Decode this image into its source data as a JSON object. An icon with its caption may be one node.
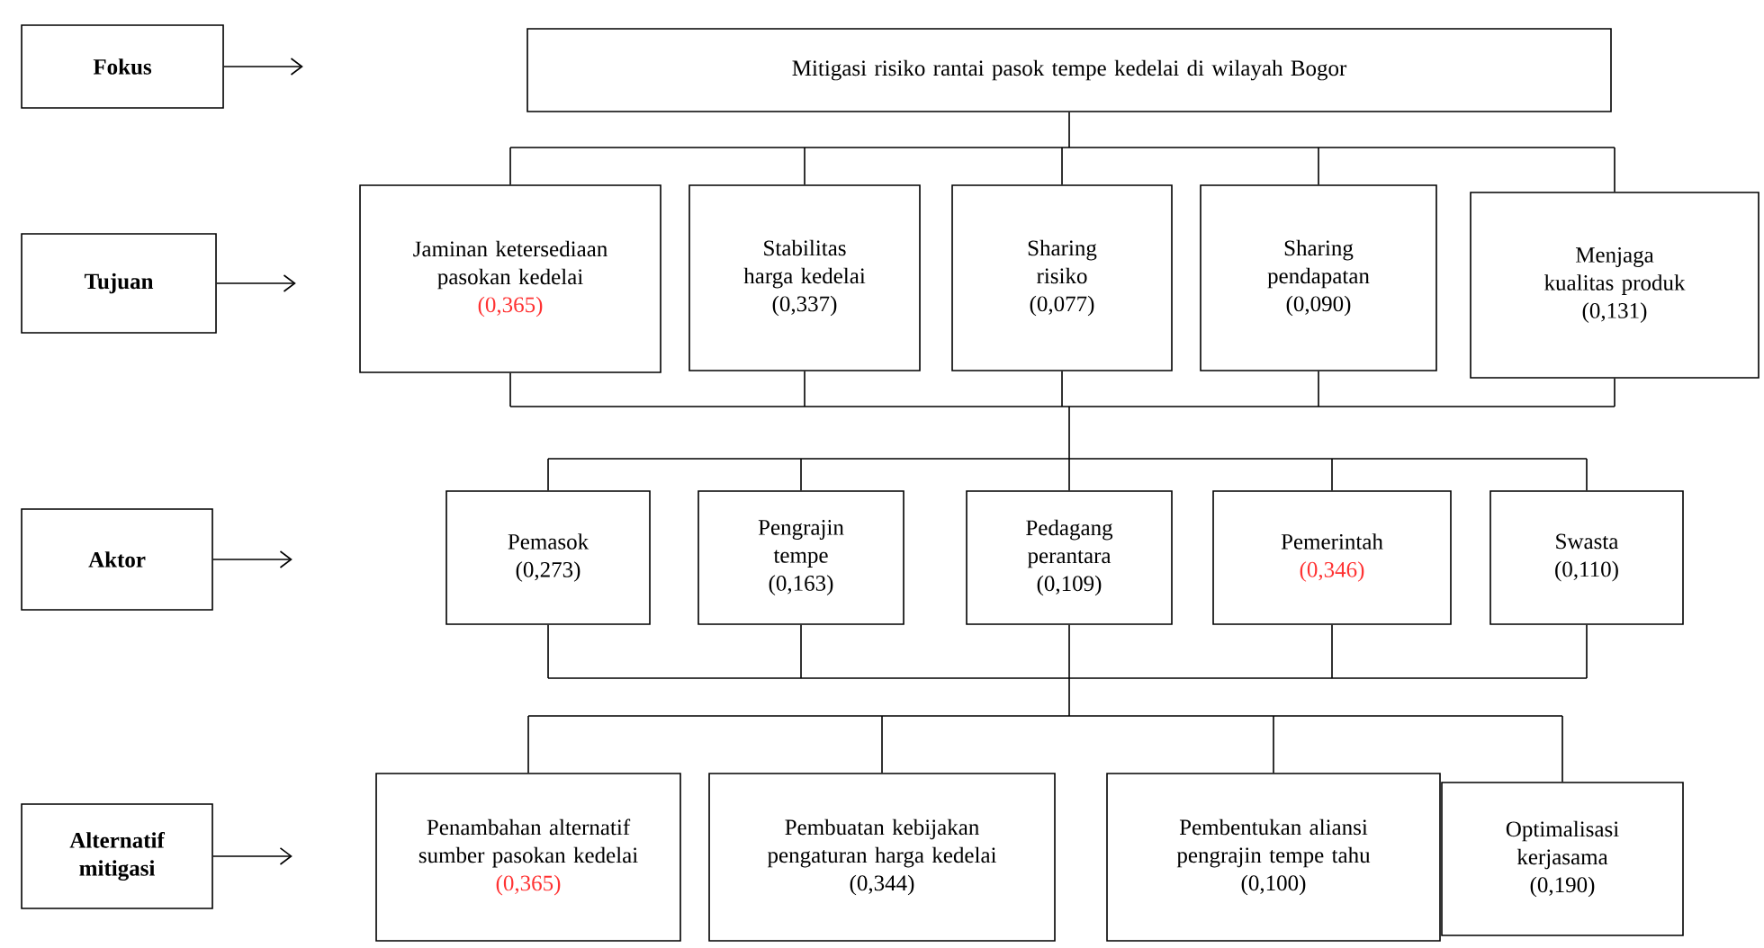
{
  "diagram": {
    "nodes": [
      {
        "text": [
          "Fokus"
        ]
      },
      {
        "text": [
          "Tujuan"
        ]
      },
      {
        "text": [
          "Aktor"
        ]
      },
      {
        "text": [
          "Alternatif mitigasi"
        ]
      },
      {
        "text": [
          "Mitigasi risiko rantai pasok tempe kedelai di wilayah Bogor"
        ]
      },
      {
        "text": [
          "Jaminan ketersediaan pasokan kedelai",
          "(0,365)"
        ]
      },
      {
        "text": [
          "Stabilitas harga kedelai",
          "(0,337)"
        ]
      },
      {
        "text": [
          "Sharing risiko",
          "(0,077)"
        ]
      },
      {
        "text": [
          "Sharing pendapatan",
          "(0,090)"
        ]
      },
      {
        "text": [
          "Menjaga kualitas produk",
          "(0,131)"
        ]
      },
      {
        "text": [
          "Pemasok",
          "(0,273)"
        ]
      },
      {
        "text": [
          "Pengrajin tempe",
          "(0,163)"
        ]
      },
      {
        "text": [
          "Pedagang perantara",
          "(0,109)"
        ]
      },
      {
        "text": [
          "Pemerintah",
          "(0,346)"
        ]
      },
      {
        "text": [
          "Swasta",
          "(0,110)"
        ]
      },
      {
        "text": [
          "Penambahan alternatif sumber pasokan kedelai",
          "(0,365)"
        ]
      },
      {
        "text": [
          "Pembuatan kebijakan pengaturan harga kedelai",
          "(0,344)"
        ]
      },
      {
        "text": [
          "Pembentukan aliansi pengrajin tempe tahu",
          "(0,100)"
        ]
      },
      {
        "text": [
          "Optimalisasi kerjasama",
          "(0,190)"
        ]
      }
    ],
    "edges": [
      {
        "from": 0,
        "to": null,
        "arrow": "to"
      },
      {
        "from": 1,
        "to": null,
        "arrow": "to"
      },
      {
        "from": 2,
        "to": null,
        "arrow": "to"
      },
      {
        "from": 3,
        "to": null,
        "arrow": "to"
      },
      {
        "from": 4,
        "to": 5,
        "arrow": "none"
      },
      {
        "from": 4,
        "to": 6,
        "arrow": "none"
      },
      {
        "from": 4,
        "to": 7,
        "arrow": "none"
      },
      {
        "from": 4,
        "to": 8,
        "arrow": "none"
      },
      {
        "from": 4,
        "to": 9,
        "arrow": "none"
      },
      {
        "from": 5,
        "to": 10,
        "arrow": "none"
      },
      {
        "from": 5,
        "to": 11,
        "arrow": "none"
      },
      {
        "from": 5,
        "to": 12,
        "arrow": "none"
      },
      {
        "from": 5,
        "to": 13,
        "arrow": "none"
      },
      {
        "from": 5,
        "to": 14,
        "arrow": "none"
      },
      {
        "from": 6,
        "to": 10,
        "arrow": "none"
      },
      {
        "from": 6,
        "to": 11,
        "arrow": "none"
      },
      {
        "from": 6,
        "to": 12,
        "arrow": "none"
      },
      {
        "from": 6,
        "to": 13,
        "arrow": "none"
      },
      {
        "from": 6,
        "to": 14,
        "arrow": "none"
      },
      {
        "from": 7,
        "to": 10,
        "arrow": "none"
      },
      {
        "from": 7,
        "to": 11,
        "arrow": "none"
      },
      {
        "from": 7,
        "to": 12,
        "arrow": "none"
      },
      {
        "from": 7,
        "to": 13,
        "arrow": "none"
      },
      {
        "from": 7,
        "to": 14,
        "arrow": "none"
      },
      {
        "from": 8,
        "to": 10,
        "arrow": "none"
      },
      {
        "from": 8,
        "to": 11,
        "arrow": "none"
      },
      {
        "from": 8,
        "to": 12,
        "arrow": "none"
      },
      {
        "from": 8,
        "to": 13,
        "arrow": "none"
      },
      {
        "from": 8,
        "to": 14,
        "arrow": "none"
      },
      {
        "from": 9,
        "to": 10,
        "arrow": "none"
      },
      {
        "from": 9,
        "to": 11,
        "arrow": "none"
      },
      {
        "from": 9,
        "to": 12,
        "arrow": "none"
      },
      {
        "from": 9,
        "to": 13,
        "arrow": "none"
      },
      {
        "from": 9,
        "to": 14,
        "arrow": "none"
      },
      {
        "from": 10,
        "to": 15,
        "arrow": "none"
      },
      {
        "from": 10,
        "to": 16,
        "arrow": "none"
      },
      {
        "from": 10,
        "to": 17,
        "arrow": "none"
      },
      {
        "from": 10,
        "to": 18,
        "arrow": "none"
      },
      {
        "from": 11,
        "to": 15,
        "arrow": "none"
      },
      {
        "from": 11,
        "to": 16,
        "arrow": "none"
      },
      {
        "from": 11,
        "to": 17,
        "arrow": "none"
      },
      {
        "from": 11,
        "to": 18,
        "arrow": "none"
      },
      {
        "from": 12,
        "to": 15,
        "arrow": "none"
      },
      {
        "from": 12,
        "to": 16,
        "arrow": "none"
      },
      {
        "from": 12,
        "to": 17,
        "arrow": "none"
      },
      {
        "from": 12,
        "to": 18,
        "arrow": "none"
      },
      {
        "from": 13,
        "to": 15,
        "arrow": "none"
      },
      {
        "from": 13,
        "to": 16,
        "arrow": "none"
      },
      {
        "from": 13,
        "to": 17,
        "arrow": "none"
      },
      {
        "from": 13,
        "to": 18,
        "arrow": "none"
      },
      {
        "from": 14,
        "to": 15,
        "arrow": "none"
      },
      {
        "from": 14,
        "to": 16,
        "arrow": "none"
      },
      {
        "from": 14,
        "to": 17,
        "arrow": "none"
      },
      {
        "from": 14,
        "to": 18,
        "arrow": "none"
      }
    ]
  }
}
